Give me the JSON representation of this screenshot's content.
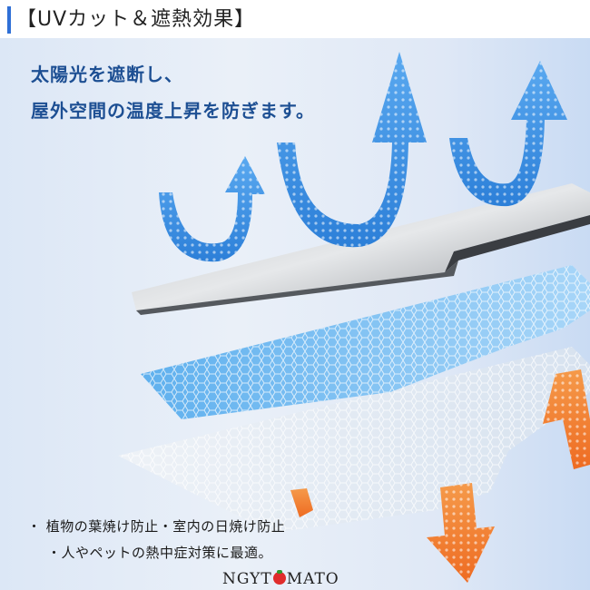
{
  "header": {
    "title": "【UVカット＆遮熱効果】"
  },
  "headline": {
    "line1": "太陽光を遮断し、",
    "line2": "屋外空間の温度上昇を防ぎます。"
  },
  "bullets": [
    "・ 植物の葉焼け防止・室内の日焼け防止",
    "・人やペットの熱中症対策に最適。"
  ],
  "brand": {
    "left": "NGYT",
    "right": "MATO"
  },
  "icons": {
    "reflect": "up-arrow-icon",
    "heat": "down-arrow-icon"
  },
  "colors": {
    "accent": "#2f6fd6",
    "headline": "#1d4f93",
    "reflect_arrow": "#3d8fe0",
    "heat_arrow": "#f07a2a"
  }
}
